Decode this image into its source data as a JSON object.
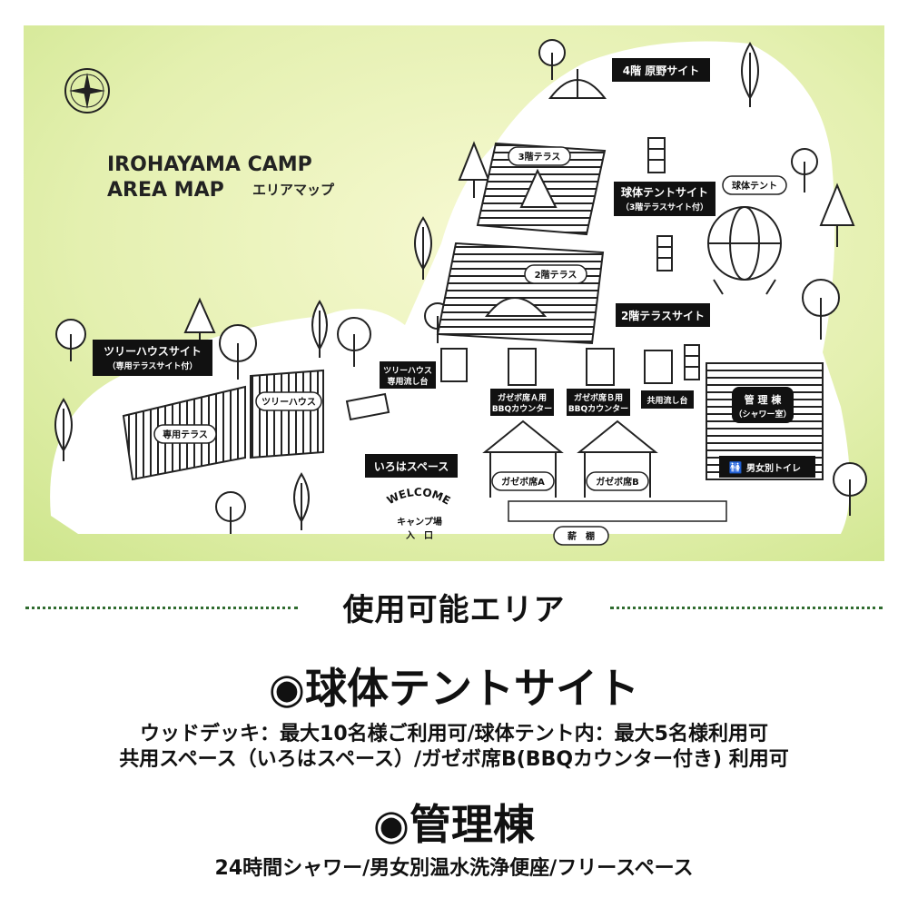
{
  "map": {
    "title_line1": "IROHAYAMA CAMP",
    "title_line2": "AREA MAP",
    "title_jp": "エリアマップ",
    "labels": {
      "site4": "4階 原野サイト",
      "terrace3": "3階テラス",
      "sphere_site": "球体テントサイト",
      "sphere_site_sub": "（3階テラスサイト付）",
      "sphere_tent": "球体テント",
      "terrace2": "2階テラス",
      "terrace2_site": "2階テラスサイト",
      "treehouse_site": "ツリーハウスサイト",
      "treehouse_site_sub": "（専用テラスサイト付）",
      "treehouse_sink": "ツリーハウス",
      "treehouse_sink_sub": "専用流し台",
      "gazebo_a_counter": "ガゼボ席Ａ用",
      "gazebo_b_counter": "ガゼボ席Ｂ用",
      "bbq_counter": "BBQカウンター",
      "shared_sink": "共用流し台",
      "office": "管 理 棟",
      "office_sub": "（シャワー室）",
      "treehouse": "ツリーハウス",
      "private_terrace": "専用テラス",
      "iroha_space": "いろはスペース",
      "gazebo_a": "ガゼボ席A",
      "gazebo_b": "ガゼボ席B",
      "toilet": "男女別トイレ",
      "welcome": "WELCOME",
      "entrance1": "キャンプ場",
      "entrance2": "入　口",
      "firewood": "薪　棚"
    }
  },
  "section": {
    "title": "使用可能エリア"
  },
  "sphere": {
    "heading": "◉球体テントサイト",
    "line1": "ウッドデッキ：最大10名様ご利用可/球体テント内：最大5名様利用可",
    "line2": "共用スペース（いろはスペース）/ガゼボ席B(BBQカウンター付き) 利用可"
  },
  "office": {
    "heading": "◉管理棟",
    "line1": "24時間シャワー/男女別温水洗浄便座/フリースペース"
  },
  "colors": {
    "map_bg_green": "#d9ec9a",
    "map_bg_yellow": "#f3f6c4",
    "label_bg": "#111111",
    "dots": "#2f6b2f"
  }
}
